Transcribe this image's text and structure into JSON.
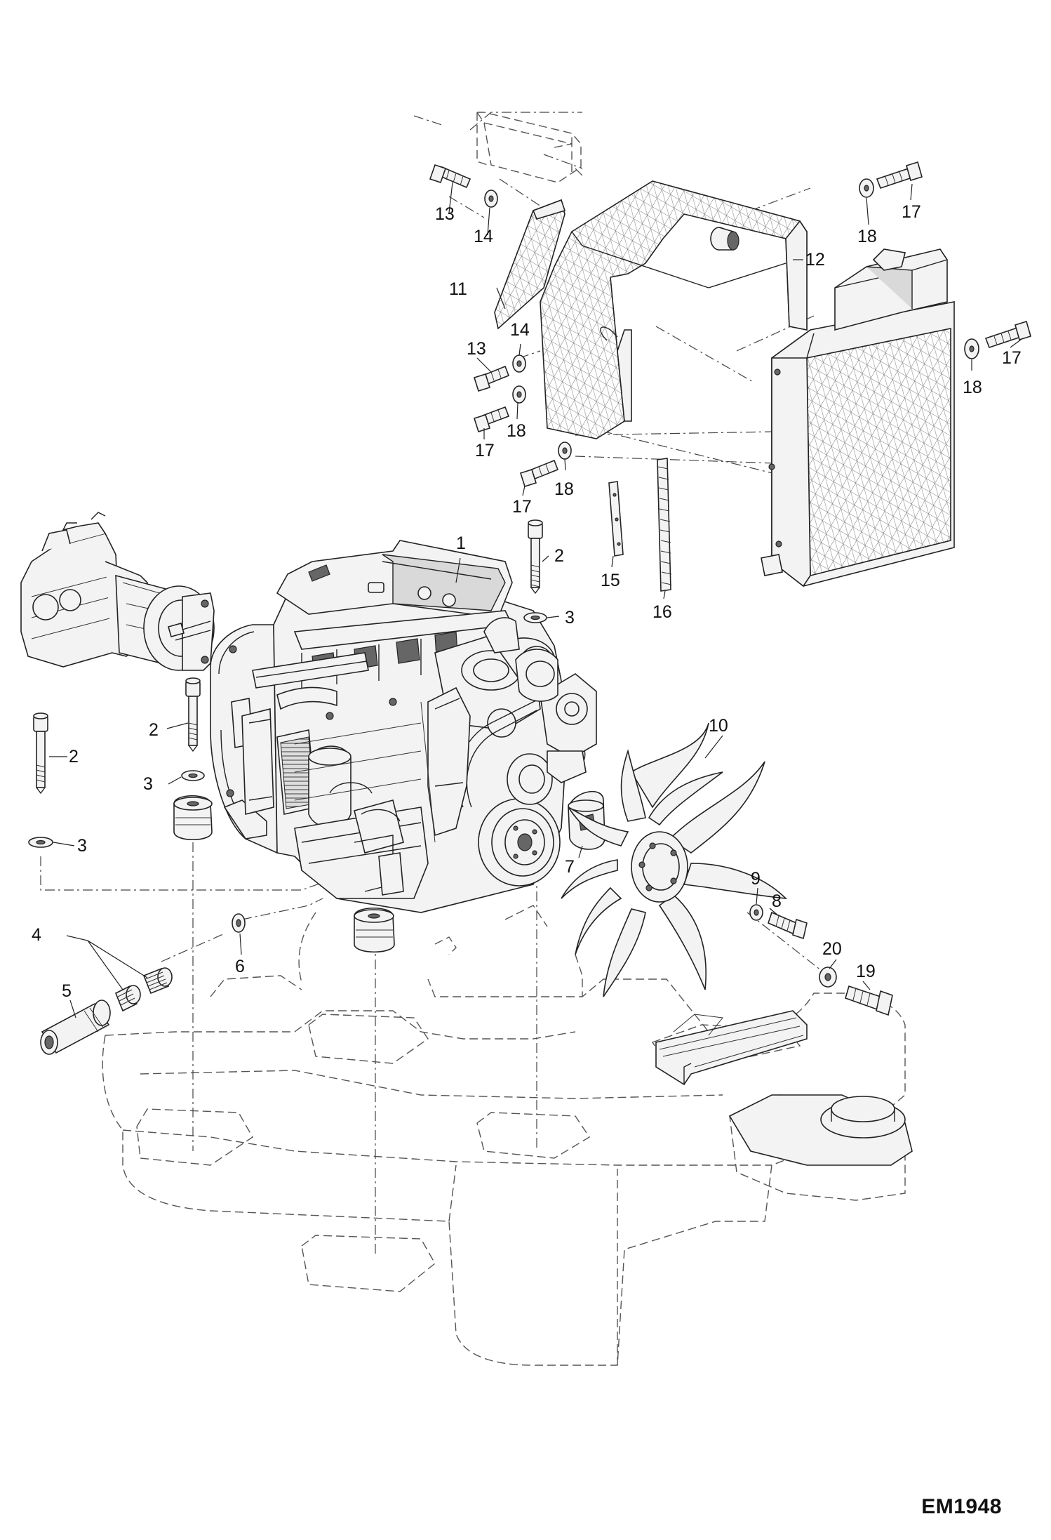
{
  "drawing_id": "EM1948",
  "callouts": [
    {
      "id": "c1",
      "text": "1"
    },
    {
      "id": "c2a",
      "text": "2"
    },
    {
      "id": "c2b",
      "text": "2"
    },
    {
      "id": "c2c",
      "text": "2"
    },
    {
      "id": "c3a",
      "text": "3"
    },
    {
      "id": "c3b",
      "text": "3"
    },
    {
      "id": "c3c",
      "text": "3"
    },
    {
      "id": "c4",
      "text": "4"
    },
    {
      "id": "c5",
      "text": "5"
    },
    {
      "id": "c6",
      "text": "6"
    },
    {
      "id": "c7",
      "text": "7"
    },
    {
      "id": "c8",
      "text": "8"
    },
    {
      "id": "c9",
      "text": "9"
    },
    {
      "id": "c10",
      "text": "10"
    },
    {
      "id": "c11",
      "text": "11"
    },
    {
      "id": "c12",
      "text": "12"
    },
    {
      "id": "c13a",
      "text": "13"
    },
    {
      "id": "c13b",
      "text": "13"
    },
    {
      "id": "c14a",
      "text": "14"
    },
    {
      "id": "c14b",
      "text": "14"
    },
    {
      "id": "c15",
      "text": "15"
    },
    {
      "id": "c16",
      "text": "16"
    },
    {
      "id": "c17a",
      "text": "17"
    },
    {
      "id": "c17b",
      "text": "17"
    },
    {
      "id": "c17c",
      "text": "17"
    },
    {
      "id": "c17d",
      "text": "17"
    },
    {
      "id": "c18a",
      "text": "18"
    },
    {
      "id": "c18b",
      "text": "18"
    },
    {
      "id": "c18c",
      "text": "18"
    },
    {
      "id": "c18d",
      "text": "18"
    },
    {
      "id": "c19",
      "text": "19"
    },
    {
      "id": "c20",
      "text": "20"
    }
  ]
}
